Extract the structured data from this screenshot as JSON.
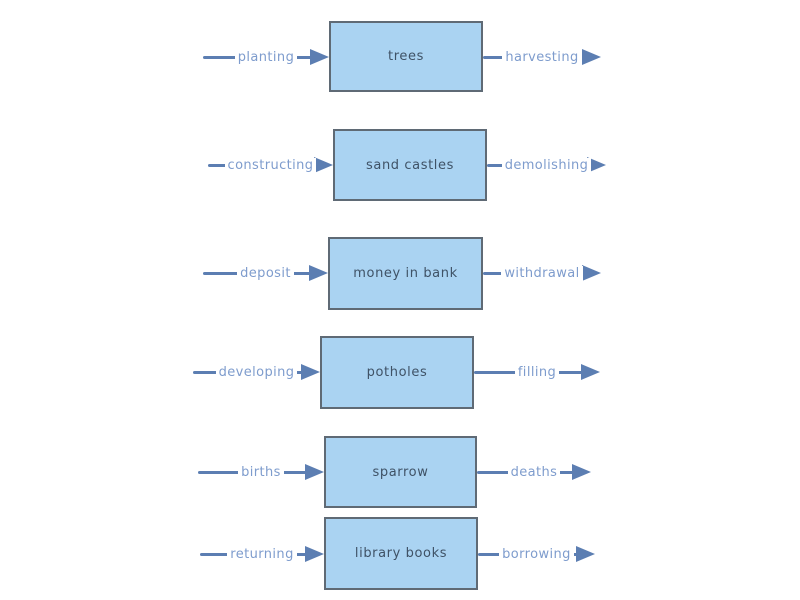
{
  "diagram": {
    "type": "stock-and-flow",
    "background": "#ffffff",
    "colors": {
      "background": "#ffffff",
      "box_fill": "#aad3f2",
      "box_border": "#5f6a75",
      "box_text": "#3f5266",
      "arrow": "#5c7eb2",
      "label_text": "#7e9ccd"
    },
    "rows": [
      {
        "inflow": "planting",
        "stock": "trees",
        "outflow": "harvesting"
      },
      {
        "inflow": "constructing",
        "stock": "sand castles",
        "outflow": "demolishing"
      },
      {
        "inflow": "deposit",
        "stock": "money in bank",
        "outflow": "withdrawal"
      },
      {
        "inflow": "developing",
        "stock": "potholes",
        "outflow": "filling"
      },
      {
        "inflow": "births",
        "stock": "sparrow",
        "outflow": "deaths"
      },
      {
        "inflow": "returning",
        "stock": "library books",
        "outflow": "borrowing"
      }
    ]
  }
}
